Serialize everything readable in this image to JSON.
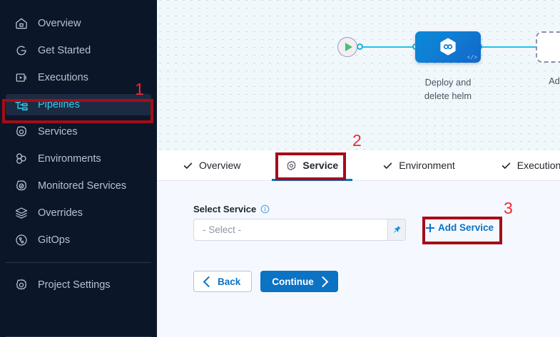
{
  "sidebar": {
    "items": [
      {
        "label": "Overview",
        "icon": "home-icon",
        "active": false
      },
      {
        "label": "Get Started",
        "icon": "rocket-circle-icon",
        "active": false
      },
      {
        "label": "Executions",
        "icon": "play-box-icon",
        "active": false
      },
      {
        "label": "Pipelines",
        "icon": "pipeline-icon",
        "active": true
      },
      {
        "label": "Services",
        "icon": "gear-icon",
        "active": false
      },
      {
        "label": "Environments",
        "icon": "environments-icon",
        "active": false
      },
      {
        "label": "Monitored Services",
        "icon": "gear-check-icon",
        "active": false
      },
      {
        "label": "Overrides",
        "icon": "layers-icon",
        "active": false
      },
      {
        "label": "GitOps",
        "icon": "gitops-icon",
        "active": false
      }
    ],
    "bottom": {
      "label": "Project Settings",
      "icon": "gear-icon"
    },
    "active_color": "#33cdf2",
    "background": "#0b1729"
  },
  "canvas": {
    "start_node": "play-start-node",
    "end_node": "stop-end-node",
    "stage": {
      "label_line1": "Deploy and",
      "label_line2": "delete helm",
      "icon": "helm-hexagon-icon",
      "badge": "code-icon",
      "color": "#0f7fd4"
    },
    "add_stage": {
      "label": "Add Stage",
      "icon": "plus-icon"
    },
    "connector_color": "#23c1e8"
  },
  "tabs": [
    {
      "label": "Overview",
      "icon": "check-icon",
      "active": false
    },
    {
      "label": "Service",
      "icon": "gear-icon",
      "active": true
    },
    {
      "label": "Environment",
      "icon": "check-icon",
      "active": false
    },
    {
      "label": "Execution",
      "icon": "check-icon",
      "active": false
    }
  ],
  "form": {
    "select_service_label": "Select Service",
    "select_service_info_icon": "info-icon",
    "select_placeholder": "- Select -",
    "pin_icon": "pin-icon",
    "add_service_label": "Add Service",
    "add_service_icon": "plus-icon",
    "back_label": "Back",
    "continue_label": "Continue"
  },
  "annotations": {
    "one": "1",
    "two": "2",
    "three": "3",
    "color": "#a50d17",
    "number_color": "#f32736"
  }
}
